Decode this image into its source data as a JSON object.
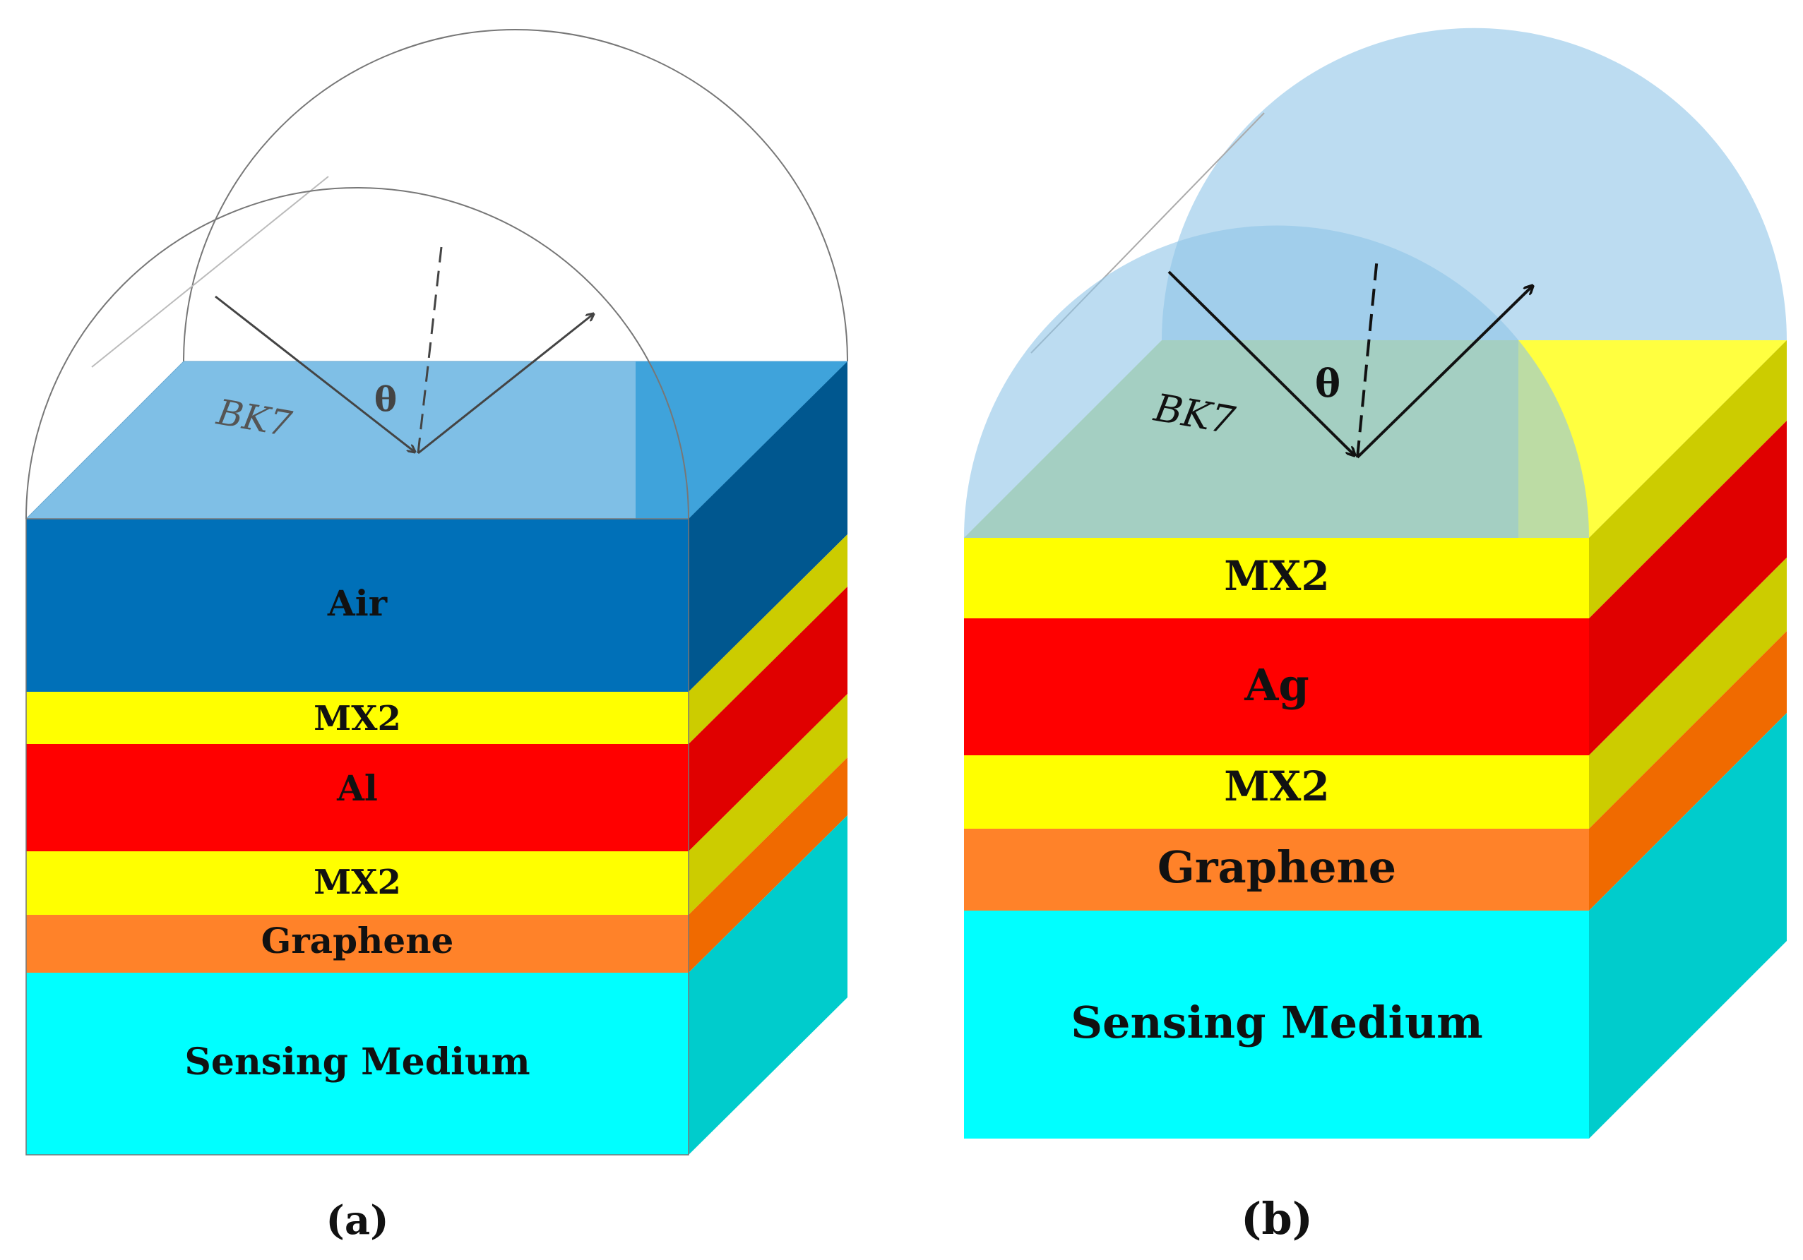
{
  "colors": {
    "air": "#0070b8",
    "air_side": "#00578f",
    "mx2": "#ffff00",
    "mx2_side": "#cccc00",
    "al": "#ff0000",
    "al_side": "#e00000",
    "ag": "#ff0000",
    "ag_side": "#e00000",
    "graphene": "#ff8229",
    "graphene_side": "#f06a00",
    "sensing": "#00ffff",
    "sensing_side": "#00cccc",
    "prism_fill": "#8fc4e8"
  },
  "panel_a": {
    "prism_label": "BK7",
    "angle_label": "θ",
    "layers": [
      "Air",
      "MX2",
      "Al",
      "MX2",
      "Graphene",
      "Sensing Medium"
    ],
    "caption": "(a)"
  },
  "panel_b": {
    "prism_label": "BK7",
    "angle_label": "θ",
    "layers": [
      "MX2",
      "Ag",
      "MX2",
      "Graphene",
      "Sensing Medium"
    ],
    "caption": "(b)"
  }
}
